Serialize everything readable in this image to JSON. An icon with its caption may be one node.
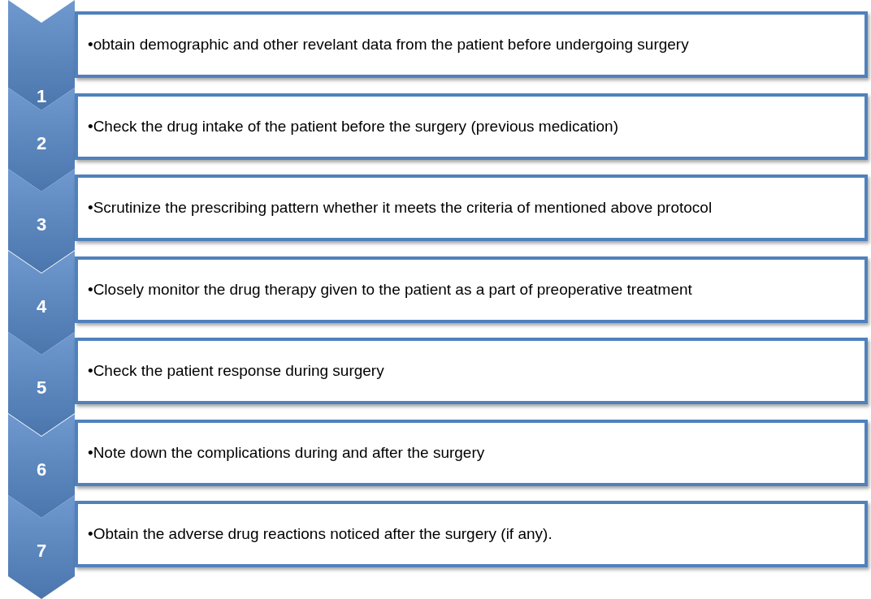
{
  "diagram": {
    "nodes": [
      {
        "text": [
          "1"
        ]
      },
      {
        "text": [
          "•obtain demographic  and other revelant data from the patient before undergoing surgery"
        ]
      },
      {
        "text": [
          "2"
        ]
      },
      {
        "text": [
          "•Check the drug intake of the patient before the surgery (previous medication)"
        ]
      },
      {
        "text": [
          "3"
        ]
      },
      {
        "text": [
          "•Scrutinize the prescribing pattern whether it meets the criteria of mentioned above protocol"
        ]
      },
      {
        "text": [
          "4"
        ]
      },
      {
        "text": [
          "•Closely monitor the drug therapy given to the patient as a part of preoperative treatment"
        ]
      },
      {
        "text": [
          "5"
        ]
      },
      {
        "text": [
          "•Check the patient response during surgery"
        ]
      },
      {
        "text": [
          "6"
        ]
      },
      {
        "text": [
          "•Note down the complications during and after the surgery"
        ]
      },
      {
        "text": [
          "7"
        ]
      },
      {
        "text": [
          "•Obtain the adverse drug reactions noticed after the surgery (if any)."
        ]
      }
    ]
  }
}
